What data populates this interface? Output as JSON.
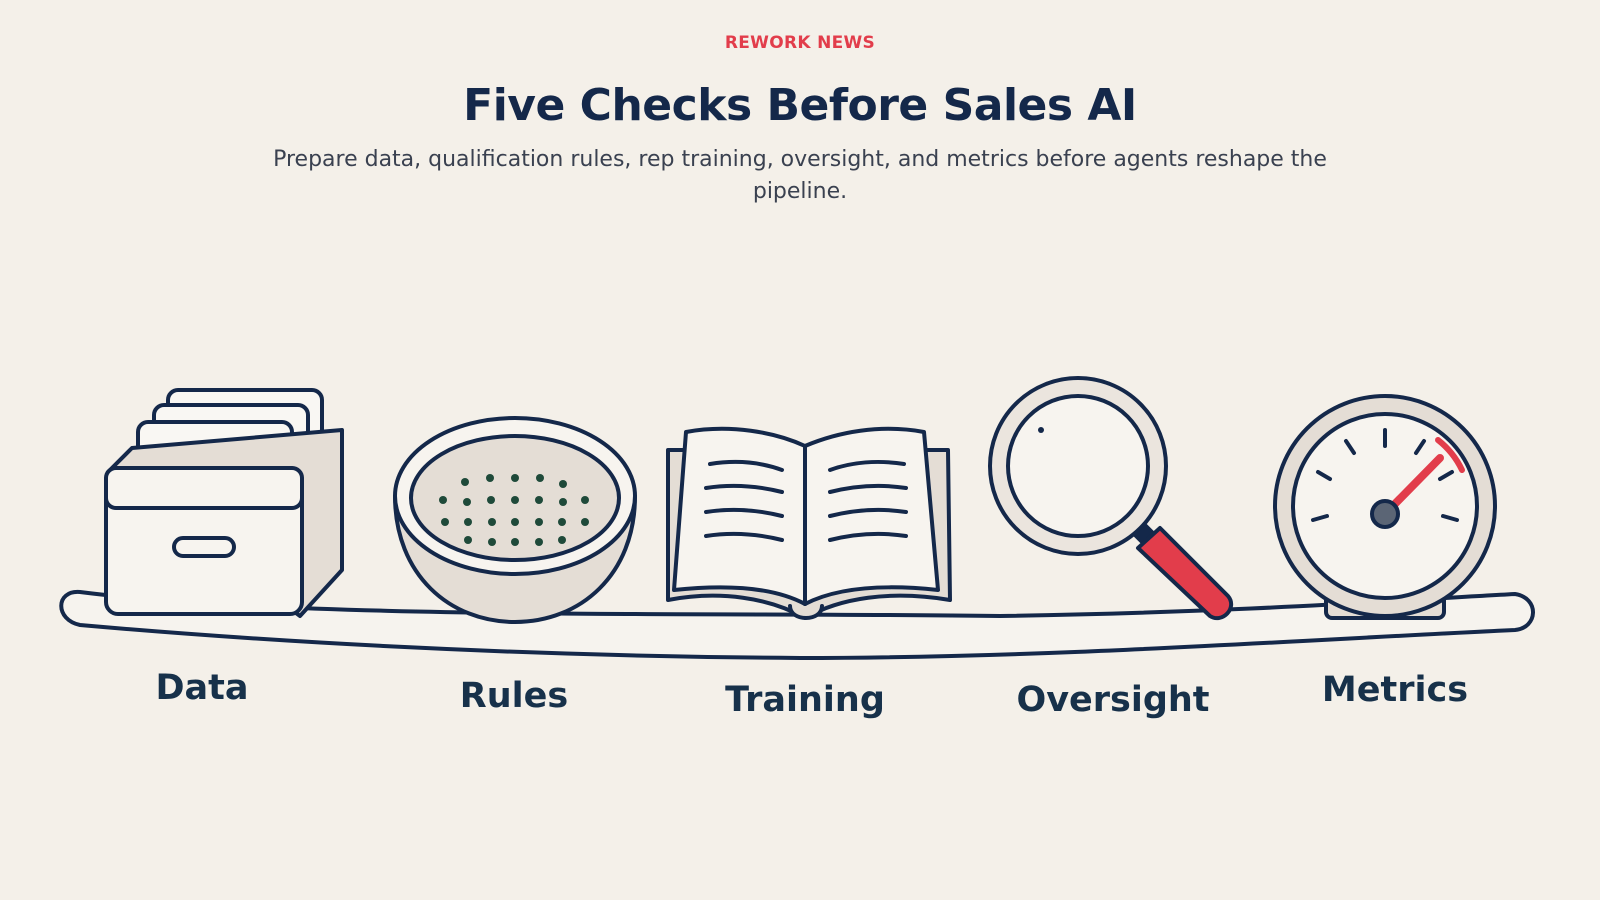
{
  "header": {
    "eyebrow": "REWORK NEWS",
    "title": "Five Checks Before Sales AI",
    "subtitle": "Prepare data, qualification rules, rep training, oversight, and metrics before agents reshape the pipeline."
  },
  "steps": [
    {
      "label": "Data",
      "icon": "file-box-icon"
    },
    {
      "label": "Rules",
      "icon": "sieve-icon"
    },
    {
      "label": "Training",
      "icon": "open-book-icon"
    },
    {
      "label": "Oversight",
      "icon": "magnifying-glass-icon"
    },
    {
      "label": "Metrics",
      "icon": "gauge-icon"
    }
  ],
  "colors": {
    "background": "#f4f0e9",
    "accent": "#e23d4b",
    "ink": "#14284a",
    "fill": "#e4ddd5"
  }
}
